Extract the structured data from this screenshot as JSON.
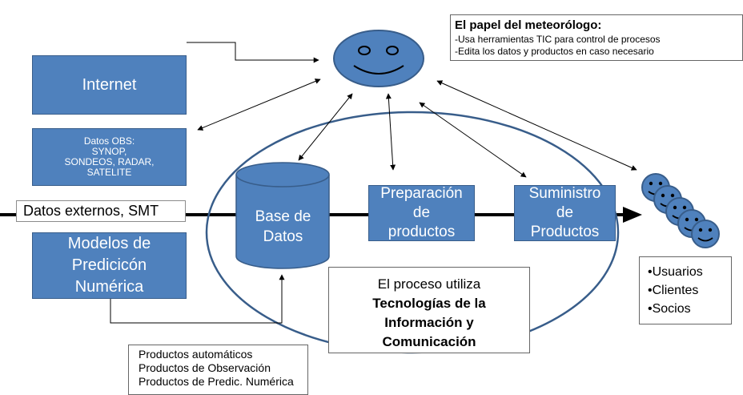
{
  "boxes": {
    "internet": "Internet",
    "datos_obs": [
      "Datos OBS:",
      "SYNOP,",
      "SONDEOS, RADAR,",
      "SATELITE"
    ],
    "datos_externos": "Datos externos, SMT",
    "modelos": [
      "Modelos de",
      "Predicicón",
      "Numérica"
    ],
    "base_datos": [
      "Base de",
      "Datos"
    ],
    "preparacion": [
      "Preparación",
      "de",
      "productos"
    ],
    "suministro": [
      "Suministro",
      "de",
      "Productos"
    ]
  },
  "proceso": {
    "intro": "El proceso utiliza",
    "bold": [
      "Tecnologías de la",
      "Información y",
      "Comunicación"
    ]
  },
  "productos": [
    "Productos automáticos",
    "Productos de Observación",
    "Productos de Predic. Numérica"
  ],
  "papel": {
    "title": "El papel del meteorólogo:",
    "lines": [
      "-Usa herramientas TIC para control de procesos",
      "-Edita los datos y productos en caso necesario"
    ]
  },
  "usuarios": [
    "•Usuarios",
    "•Clientes",
    "•Socios"
  ],
  "icons": [
    "meteorologist-face-icon",
    "users-faces-icon",
    "database-cylinder-icon"
  ],
  "colors": {
    "box_blue": "#4f81bd",
    "box_border": "#385d8a",
    "ellipse": "#385d8a"
  }
}
